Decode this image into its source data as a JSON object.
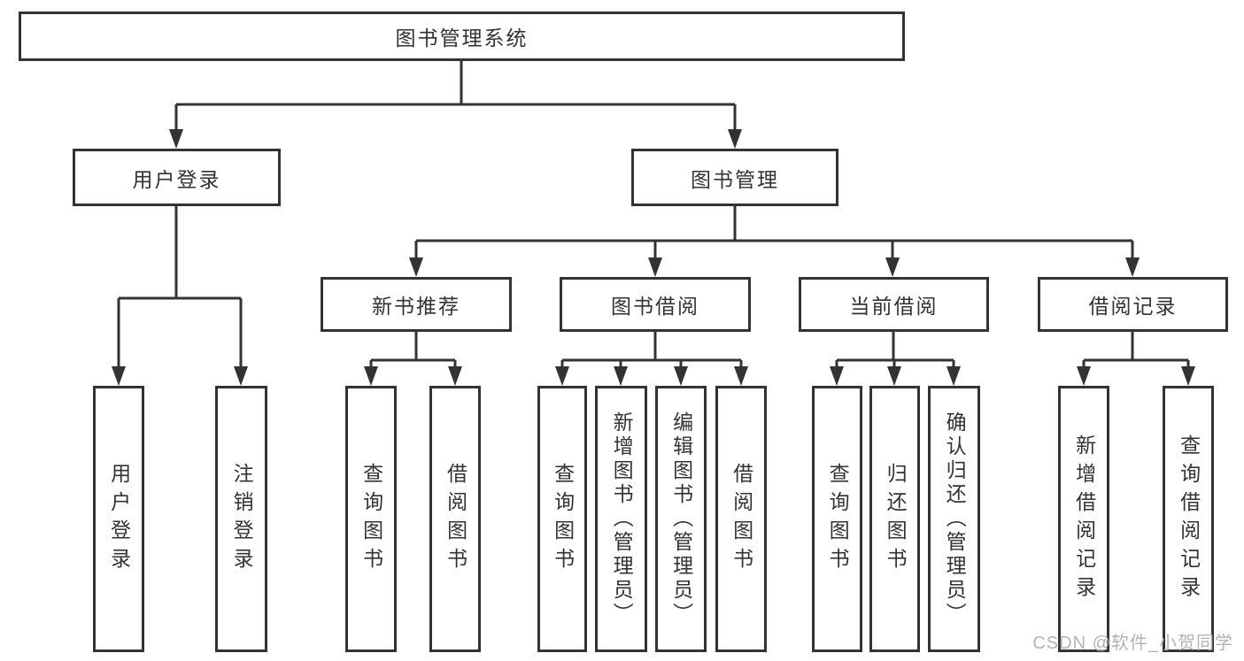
{
  "org": {
    "root": {
      "label": "图书管理系统"
    },
    "branches": [
      {
        "label": "用户登录",
        "children": [
          {
            "label": "用户登录"
          },
          {
            "label": "注销登录"
          }
        ]
      },
      {
        "label": "图书管理",
        "children": [
          {
            "label": "新书推荐",
            "children": [
              {
                "label": "查询图书"
              },
              {
                "label": "借阅图书"
              }
            ]
          },
          {
            "label": "图书借阅",
            "children": [
              {
                "label": "查询图书"
              },
              {
                "label": "新增图书（管理员）"
              },
              {
                "label": "编辑图书（管理员）"
              },
              {
                "label": "借阅图书"
              }
            ]
          },
          {
            "label": "当前借阅",
            "children": [
              {
                "label": "查询图书"
              },
              {
                "label": "归还图书"
              },
              {
                "label": "确认归还（管理员）"
              }
            ]
          },
          {
            "label": "借阅记录",
            "children": [
              {
                "label": "新增借阅记录"
              },
              {
                "label": "查询借阅记录"
              }
            ]
          }
        ]
      }
    ],
    "watermark": "CSDN @软件_小贺同学",
    "colors": {
      "line": "#333333",
      "box_fill": "#ffffff",
      "watermark": "#b3b3b3"
    }
  }
}
